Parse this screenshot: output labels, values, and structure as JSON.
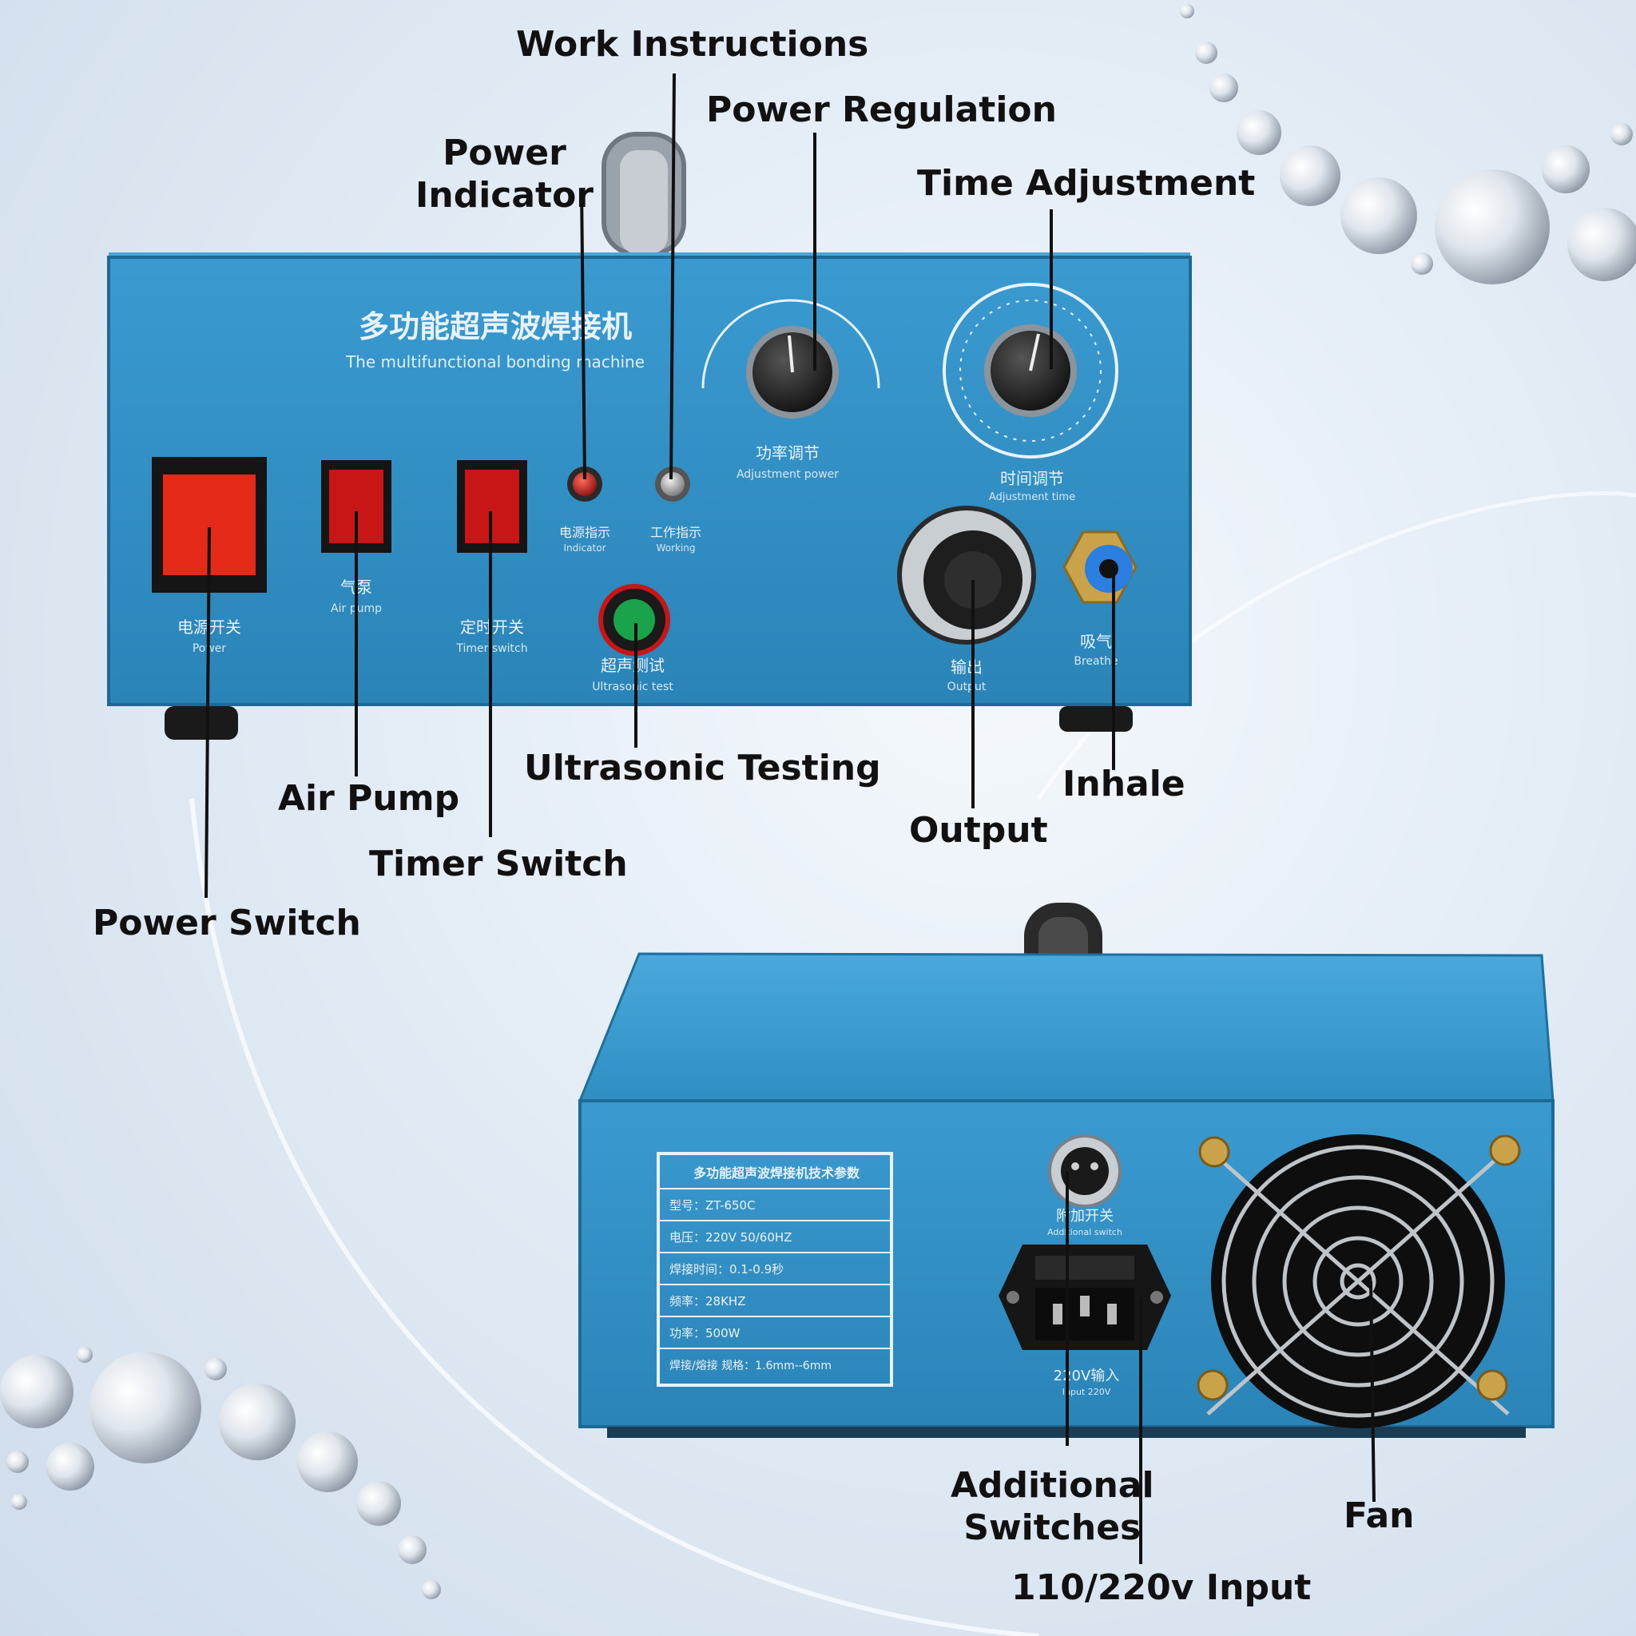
{
  "colors": {
    "body_blue": "#2f8fc2",
    "body_blue_dark": "#1f6f9e",
    "switch_red": "#d81e1e",
    "button_green": "#1aa34a",
    "text_dark": "#111111"
  },
  "front_panel": {
    "title_cn": "多功能超声波焊接机",
    "title_en": "The multifunctional bonding machine",
    "power_switch_cn": "电源开关",
    "power_switch_en": "Power",
    "air_pump_cn": "气泵",
    "air_pump_en": "Air pump",
    "timer_cn": "定时开关",
    "timer_en": "Timer switch",
    "power_ind_cn": "电源指示",
    "power_ind_en": "Indicator",
    "work_ind_cn": "工作指示",
    "work_ind_en": "Working",
    "power_reg_cn": "功率调节",
    "power_reg_en": "Adjustment power",
    "time_adj_cn": "时间调节",
    "time_adj_en": "Adjustment time",
    "ultra_cn": "超声测试",
    "ultra_en": "Ultrasonic test",
    "output_cn": "输出",
    "output_en": "Output",
    "inhale_cn": "吸气",
    "inhale_en": "Breathe"
  },
  "rear_panel": {
    "spec_title": "多功能超声波焊接机技术参数",
    "spec_rows": [
      "型号：ZT-650C",
      "电压：220V 50/60HZ",
      "焊接时间：0.1-0.9秒",
      "频率：28KHZ",
      "功率：500W",
      "焊接/熔接 规格：1.6mm--6mm"
    ],
    "additional_cn": "附加开关",
    "additional_en": "Additional switch",
    "input_cn": "220V输入",
    "input_en": "Input 220V"
  },
  "callouts": {
    "work_instructions": "Work Instructions",
    "power_regulation": "Power Regulation",
    "power_indicator": "Power\nIndicator",
    "time_adjustment": "Time Adjustment",
    "ultrasonic_testing": "Ultrasonic Testing",
    "air_pump": "Air Pump",
    "timer_switch": "Timer Switch",
    "power_switch": "Power Switch",
    "output": "Output",
    "inhale": "Inhale",
    "additional_switches": "Additional\nSwitches",
    "fan": "Fan",
    "input": "110/220v Input"
  }
}
